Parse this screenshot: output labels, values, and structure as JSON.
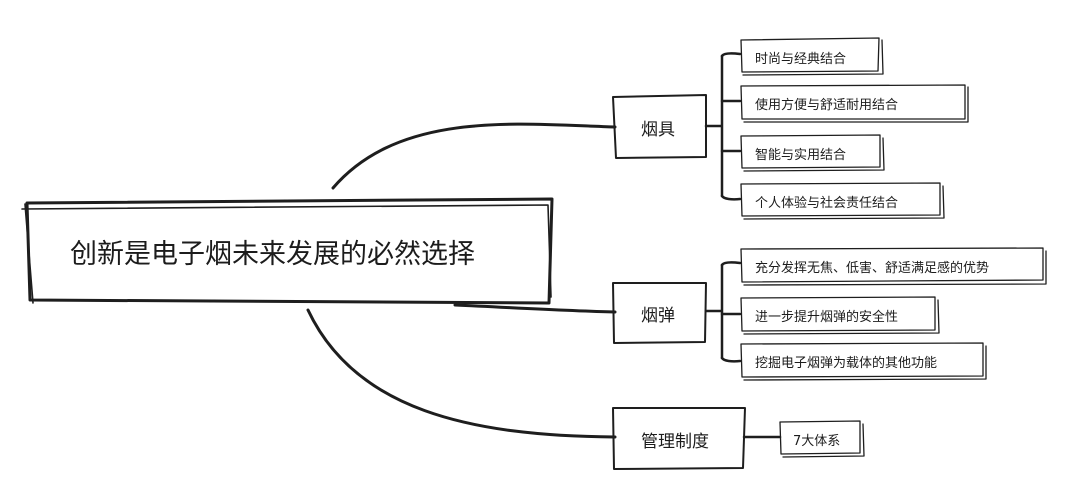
{
  "root": {
    "label": "创新是电子烟未来发展的必然选择"
  },
  "branches": [
    {
      "label": "烟具",
      "items": [
        "时尚与经典结合",
        "使用方便与舒适耐用结合",
        "智能与实用结合",
        "个人体验与社会责任结合"
      ]
    },
    {
      "label": "烟弹",
      "items": [
        "充分发挥无焦、低害、舒适满足感的优势",
        "进一步提升烟弹的安全性",
        "挖掘电子烟弹为载体的其他功能"
      ]
    },
    {
      "label": "管理制度",
      "items": [
        "7大体系"
      ]
    }
  ],
  "colors": {
    "ink": "#1e1e1e",
    "background": "#ffffff"
  }
}
